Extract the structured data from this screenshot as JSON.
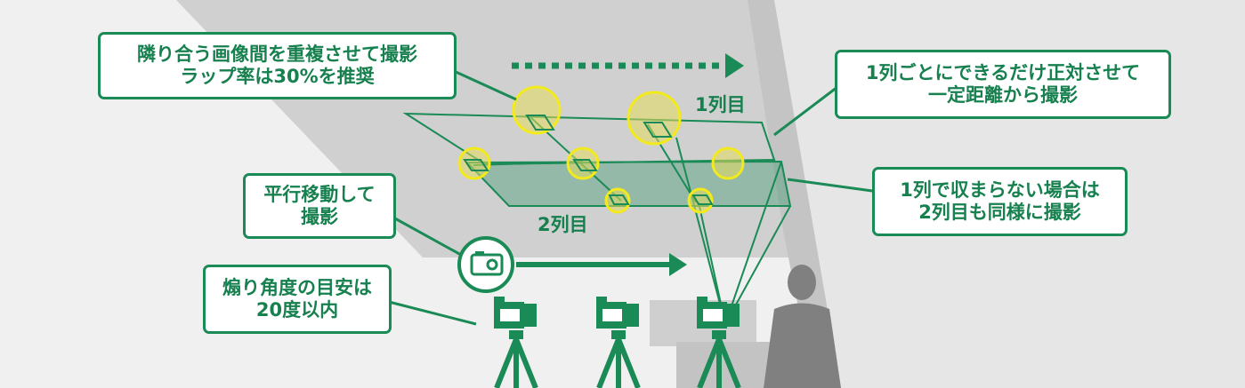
{
  "callouts": {
    "overlap": {
      "line1": "隣り合う画像間を重複させて撮影",
      "line2": "ラップ率は30%を推奨"
    },
    "facing": {
      "line1": "1列ごとにできるだけ正対させて",
      "line2": "一定距離から撮影"
    },
    "parallel": {
      "line1": "平行移動して",
      "line2": "撮影"
    },
    "second_row": {
      "line1": "1列で収まらない場合は",
      "line2": "2列目も同様に撮影"
    },
    "angle": {
      "line1": "煽り角度の目安は",
      "line2": "20度以内"
    }
  },
  "labels": {
    "row1": "1列目",
    "row2": "2列目"
  },
  "icons": {
    "camera": "camera-icon",
    "tripod_camera": "tripod-camera-icon",
    "person": "person-silhouette"
  },
  "colors": {
    "accent": "#1a8a56",
    "highlight": "#f3ea1c",
    "overlap_fill": "#d9d488"
  }
}
